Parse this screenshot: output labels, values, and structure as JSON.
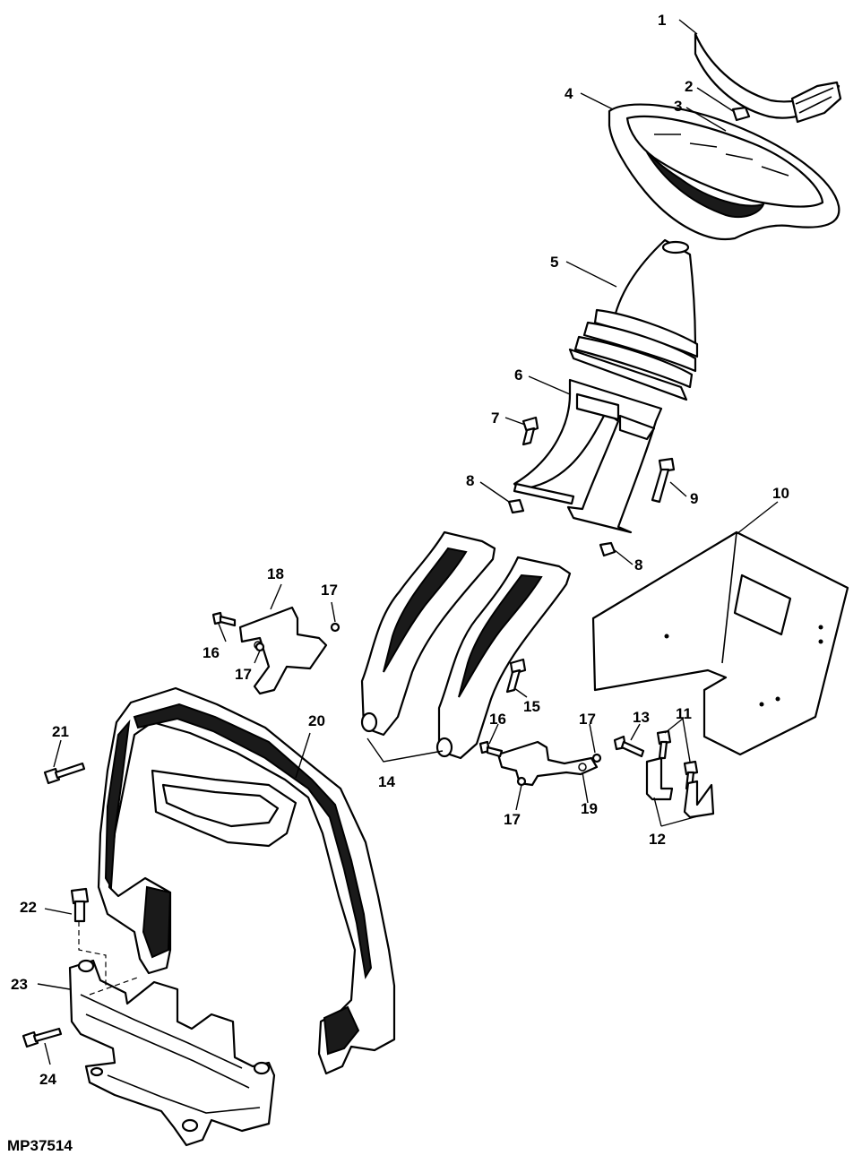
{
  "diagram_code": "MP37514",
  "callouts": [
    {
      "id": "c1",
      "label": "1"
    },
    {
      "id": "c2",
      "label": "2"
    },
    {
      "id": "c3",
      "label": "3"
    },
    {
      "id": "c4",
      "label": "4"
    },
    {
      "id": "c5",
      "label": "5"
    },
    {
      "id": "c6",
      "label": "6"
    },
    {
      "id": "c7",
      "label": "7"
    },
    {
      "id": "c8a",
      "label": "8"
    },
    {
      "id": "c8b",
      "label": "8"
    },
    {
      "id": "c9",
      "label": "9"
    },
    {
      "id": "c10",
      "label": "10"
    },
    {
      "id": "c11",
      "label": "11"
    },
    {
      "id": "c12",
      "label": "12"
    },
    {
      "id": "c13",
      "label": "13"
    },
    {
      "id": "c14",
      "label": "14"
    },
    {
      "id": "c15",
      "label": "15"
    },
    {
      "id": "c16a",
      "label": "16"
    },
    {
      "id": "c16b",
      "label": "16"
    },
    {
      "id": "c17a",
      "label": "17"
    },
    {
      "id": "c17b",
      "label": "17"
    },
    {
      "id": "c17c",
      "label": "17"
    },
    {
      "id": "c17d",
      "label": "17"
    },
    {
      "id": "c18",
      "label": "18"
    },
    {
      "id": "c19",
      "label": "19"
    },
    {
      "id": "c20",
      "label": "20"
    },
    {
      "id": "c21",
      "label": "21"
    },
    {
      "id": "c22",
      "label": "22"
    },
    {
      "id": "c23",
      "label": "23"
    },
    {
      "id": "c24",
      "label": "24"
    }
  ]
}
